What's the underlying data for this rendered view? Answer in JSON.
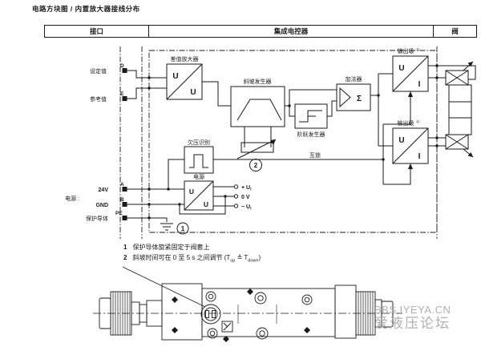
{
  "page": {
    "title": "电路方块图 / 内置放大器接线分布"
  },
  "header": {
    "interface": "接口",
    "electronics": "集成电控器",
    "valve": "阀"
  },
  "labels": {
    "setpoint": "设定值",
    "reference": "参考值",
    "supply": "电源 :",
    "v24": "24V",
    "gnd": "GND",
    "pe_label": "保护导体",
    "diff_amplifier": "差值放大器",
    "ramp_generator": "斜坡发生器",
    "step_generator": "阶跃发生器",
    "adder": "加法器",
    "output_stage": "输出级",
    "output_stage_sup": "1)",
    "undervoltage": "欠压识别",
    "power_unit": "电源",
    "interlock": "互锁",
    "sigma": "Σ",
    "u": "U",
    "i": "I"
  },
  "terminals": {
    "d": "D",
    "e": "E",
    "a": "A",
    "b": "B",
    "pe": "PE"
  },
  "outputs": {
    "plus": "+ U",
    "zero": "0 V",
    "minus": "− U",
    "sub": "i"
  },
  "callouts": {
    "c1": "1",
    "c2": "2"
  },
  "notes": {
    "n1_num": "1",
    "n1_text": "保护导体旋紧固定于阀套上",
    "n2_num": "2",
    "n2_prefix": "斜坡时间可在 0 至 5 s 之间调节 (",
    "n2_t": "T",
    "n2_up": "up",
    "n2_equiv": " ≙ ",
    "n2_down": "down",
    "n2_close": ")"
  },
  "watermark": {
    "line1": "BBS.IYEYA.CN",
    "line2": "爱液压论坛"
  },
  "colors": {
    "ink": "#1a1a1a",
    "watermark": "#b0b0b0"
  }
}
